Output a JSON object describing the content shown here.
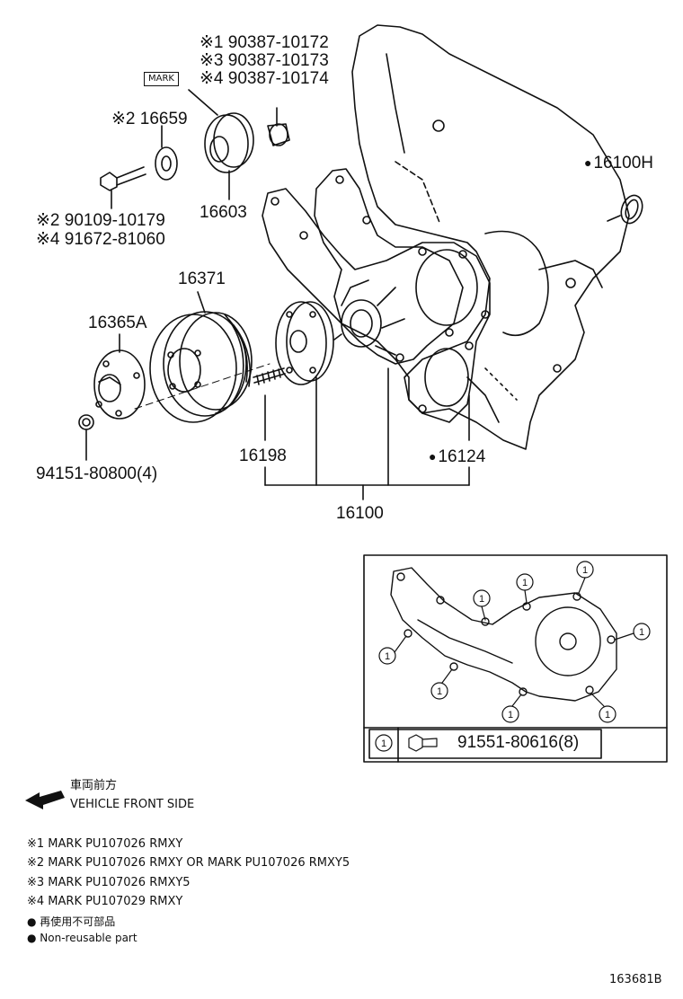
{
  "labels": {
    "p_90387_10172": "※1 90387-10172",
    "p_90387_10173": "※3 90387-10173",
    "p_90387_10174": "※4 90387-10174",
    "mark": "MARK",
    "p_16659": "※2 16659",
    "p_16603": "16603",
    "p_90109_10179": "※2 90109-10179",
    "p_91672_81060": "※4 91672-81060",
    "p_16371": "16371",
    "p_16365A": "16365A",
    "p_94151": "94151-80800(4)",
    "p_16198": "16198",
    "p_16124": "16124",
    "p_16100": "16100",
    "p_16100H": "16100H"
  },
  "inset": {
    "callout": "1",
    "legend_part": "91551-80616(8)"
  },
  "direction": {
    "jp": "車両前方",
    "en": "VEHICLE FRONT SIDE"
  },
  "notes": [
    "※1 MARK PU107026 RMXY",
    "※2 MARK PU107026 RMXY OR MARK PU107026 RMXY5",
    "※3 MARK PU107026 RMXY5",
    "※4 MARK PU107029 RMXY"
  ],
  "nonreusable": {
    "jp": "再使用不可部品",
    "en": "Non-reusable part"
  },
  "figure_id": "163681B"
}
